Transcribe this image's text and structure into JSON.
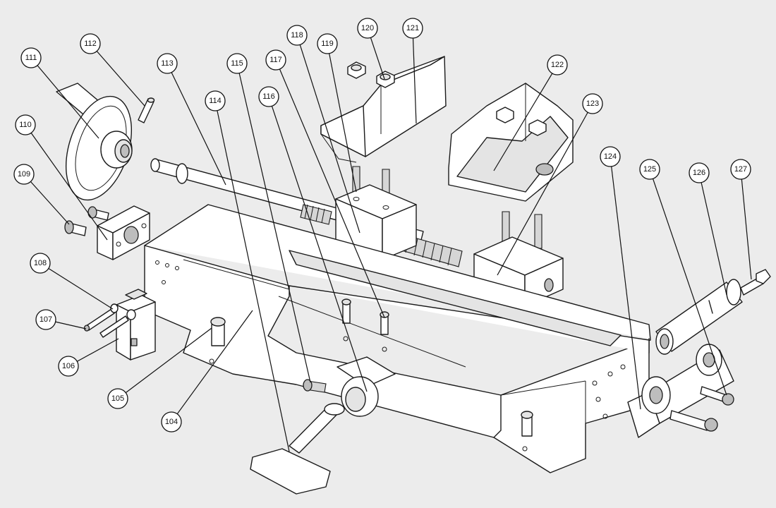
{
  "callouts": [
    {
      "label": "104"
    },
    {
      "label": "105"
    },
    {
      "label": "106"
    },
    {
      "label": "107"
    },
    {
      "label": "108"
    },
    {
      "label": "109"
    },
    {
      "label": "110"
    },
    {
      "label": "111"
    },
    {
      "label": "112"
    },
    {
      "label": "113"
    },
    {
      "label": "114"
    },
    {
      "label": "115"
    },
    {
      "label": "116"
    },
    {
      "label": "117"
    },
    {
      "label": "118"
    },
    {
      "label": "119"
    },
    {
      "label": "120"
    },
    {
      "label": "121"
    },
    {
      "label": "122"
    },
    {
      "label": "123"
    },
    {
      "label": "124"
    },
    {
      "label": "125"
    },
    {
      "label": "126"
    },
    {
      "label": "127"
    }
  ],
  "colors": {
    "background": "#ececec",
    "line": "#1a1a1a",
    "part_fill": "#ffffff"
  }
}
